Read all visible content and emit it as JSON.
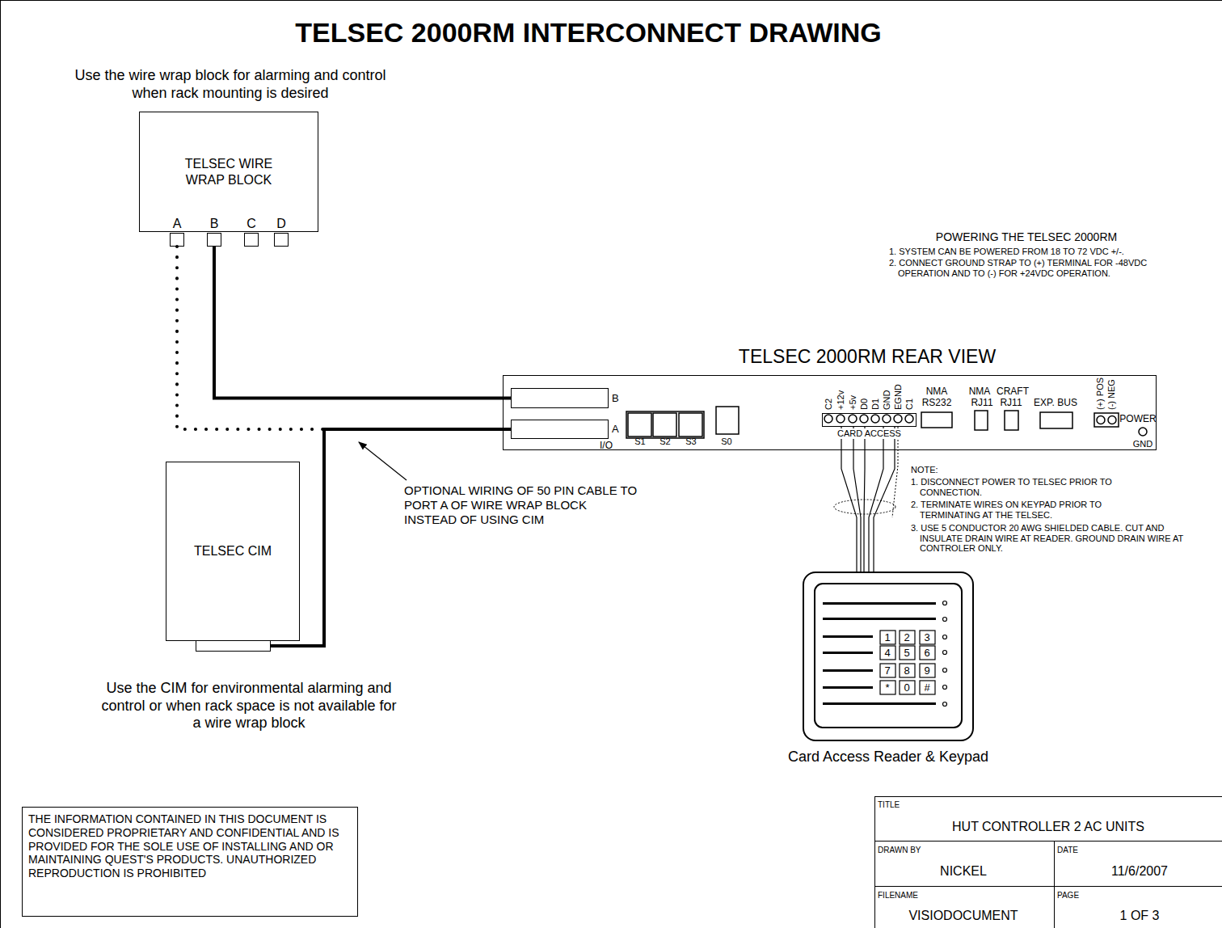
{
  "diagram": {
    "title": "TELSEC 2000RM INTERCONNECT DRAWING",
    "nodes": [
      {
        "text": [
          "TELSEC WIRE WRAP BLOCK"
        ]
      },
      {
        "text": [
          "A"
        ],
        "in": 0
      },
      {
        "text": [
          "B"
        ],
        "in": 0
      },
      {
        "text": [
          "C"
        ],
        "in": 0
      },
      {
        "text": [
          "D"
        ],
        "in": 0
      },
      {
        "text": [
          "TELSEC CIM"
        ]
      },
      {
        "text": [
          "TELSEC 2000RM REAR VIEW"
        ]
      },
      {
        "text": [
          "B"
        ],
        "in": 6
      },
      {
        "text": [
          "A"
        ],
        "in": 6
      },
      {
        "text": [
          "CARD ACCESS"
        ],
        "in": 6
      },
      {
        "text": [
          "Card Access Reader & Keypad"
        ]
      },
      {
        "text": [
          "THE INFORMATION CONTAINED IN THIS DOCUMENT IS CONSIDERED PROPRIETARY AND CONFIDENTIAL AND IS PROVIDED FOR THE SOLE USE OF INSTALLING AND OR MAINTAINING QUEST'S PRODUCTS. UNAUTHORIZED REPRODUCTION IS PROHIBITED"
        ]
      }
    ],
    "edges": [
      {
        "from": 2,
        "to": 7,
        "arrow": "none"
      },
      {
        "from": 1,
        "to": 8,
        "arrow": "none"
      },
      {
        "from": 5,
        "to": 8,
        "arrow": "none"
      },
      {
        "from": 9,
        "to": 10,
        "arrow": "none"
      }
    ],
    "labels": [
      "Use the wire wrap block for alarming and control when rack mounting is desired",
      "OPTIONAL WIRING OF 50 PIN CABLE TO PORT A OF WIRE WRAP BLOCK INSTEAD OF USING CIM",
      "Use the CIM for environmental alarming and control or when rack space is not available for a wire wrap block",
      "POWERING THE TELSEC 2000RM",
      "1. SYSTEM CAN BE POWERED FROM 18 TO 72 VDC +/-.",
      "2. CONNECT GROUND STRAP TO (+) TERMINAL FOR -48VDC OPERATION AND TO (-) FOR +24VDC OPERATION.",
      "I/O",
      "S1",
      "S2",
      "S3",
      "S0",
      "C2",
      "+12v",
      "+5v",
      "D0",
      "D1",
      "GND",
      "EGND",
      "C1",
      "NMA",
      "RS232",
      "NMA",
      "CRAFT",
      "RJ11",
      "RJ11",
      "EXP. BUS",
      "(+) POS",
      "(-) NEG",
      "POWER",
      "GND",
      "NOTE:",
      "1. DISCONNECT POWER TO TELSEC PRIOR TO CONNECTION.",
      "2. TERMINATE WIRES ON KEYPAD PRIOR TO TERMINATING AT THE TELSEC.",
      "3. USE 5 CONDUCTOR 20 AWG SHIELDED CABLE. CUT AND INSULATE DRAIN WIRE AT READER. GROUND DRAIN WIRE AT CONTROLER ONLY.",
      "1",
      "2",
      "3",
      "4",
      "5",
      "6",
      "7",
      "8",
      "9",
      "*",
      "0",
      "#",
      "TITLE",
      "HUT CONTROLLER 2 AC UNITS",
      "DRAWN BY",
      "DATE",
      "NICKEL",
      "11/6/2007",
      "FILENAME",
      "PAGE",
      "VISIODOCUMENT",
      "1 OF 3"
    ]
  }
}
